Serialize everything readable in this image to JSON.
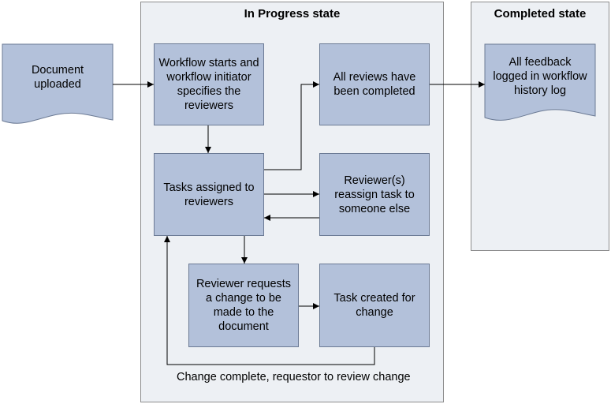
{
  "colors": {
    "box_fill": "#b3c1da",
    "container_fill": "#edf0f4",
    "line": "#000000"
  },
  "states": {
    "in_progress": "In Progress state",
    "completed": "Completed state"
  },
  "nodes": {
    "document_uploaded": "Document\nuploaded",
    "workflow_starts": "Workflow starts and\nworkflow initiator\nspecifies the\nreviewers",
    "all_reviews_completed": "All reviews have\nbeen completed",
    "tasks_assigned": "Tasks assigned to\nreviewers",
    "reassign_task": "Reviewer(s)\nreassign task to\nsomeone else",
    "change_request": "Reviewer requests\na change to be\nmade to the\ndocument",
    "task_created": "Task created for\nchange",
    "feedback_logged": "All feedback\nlogged in workflow\nhistory log"
  },
  "edge_labels": {
    "change_complete": "Change complete, requestor to review change"
  }
}
